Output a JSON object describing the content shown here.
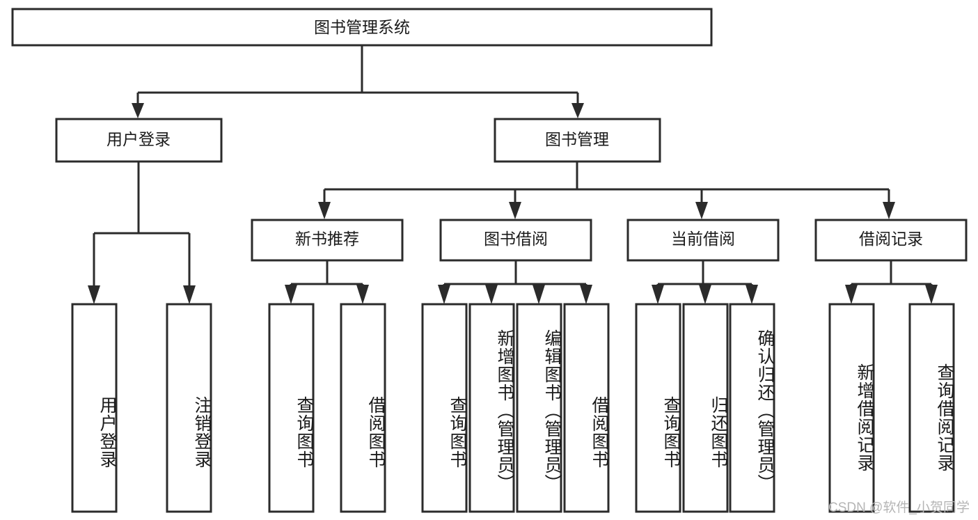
{
  "diagram": {
    "type": "tree",
    "title": "图书管理系统",
    "root": {
      "label": "图书管理系统"
    },
    "level2": [
      {
        "label": "用户登录"
      },
      {
        "label": "图书管理"
      }
    ],
    "level3": [
      {
        "label": "新书推荐"
      },
      {
        "label": "图书借阅"
      },
      {
        "label": "当前借阅"
      },
      {
        "label": "借阅记录"
      }
    ],
    "leaves": {
      "user_login": [
        {
          "label": "用户登录"
        },
        {
          "label": "注销登录"
        }
      ],
      "new_book_recommend": [
        {
          "label": "查询图书"
        },
        {
          "label": "借阅图书"
        }
      ],
      "book_borrow": [
        {
          "label": "查询图书"
        },
        {
          "label": "新增图书（管理员）"
        },
        {
          "label": "编辑图书（管理员）"
        },
        {
          "label": "借阅图书"
        }
      ],
      "current_borrow": [
        {
          "label": "查询图书"
        },
        {
          "label": "归还图书"
        },
        {
          "label": "确认归还（管理员）"
        }
      ],
      "borrow_record": [
        {
          "label": "新增借阅记录"
        },
        {
          "label": "查询借阅记录"
        }
      ]
    }
  },
  "watermark": {
    "text": "CSDN @软件_小贺同学"
  },
  "colors": {
    "stroke": "#2b2b2b",
    "fill": "#ffffff",
    "text": "#1a1a1a",
    "watermark": "#b5b5b5"
  }
}
